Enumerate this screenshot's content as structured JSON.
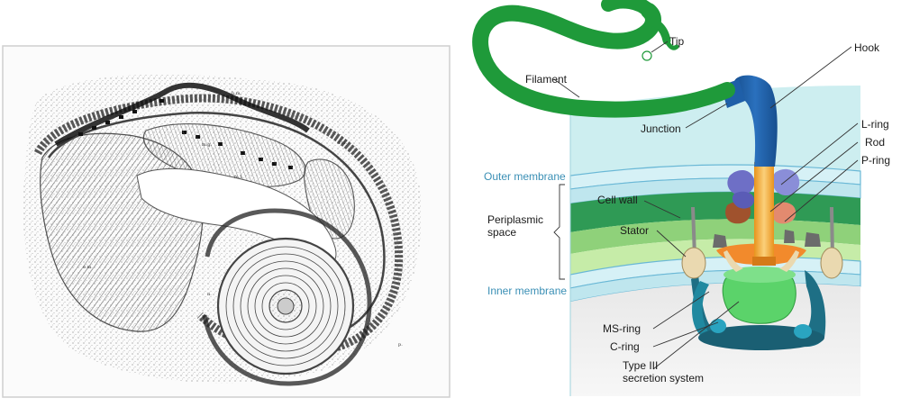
{
  "micrograph": {
    "tiny_labels": [
      "b.m.",
      "d.m.",
      "m.g.",
      "m.l.",
      "e.m.",
      "n.",
      "p."
    ]
  },
  "diagram": {
    "labels": {
      "tip": "Tip",
      "hook": "Hook",
      "filament": "Filament",
      "junction": "Junction",
      "l_ring": "L-ring",
      "rod": "Rod",
      "p_ring": "P-ring",
      "outer_membrane": "Outer membrane",
      "cell_wall": "Cell wall",
      "periplasmic_line1": "Periplasmic",
      "periplasmic_line2": "space",
      "stator": "Stator",
      "inner_membrane": "Inner membrane",
      "ms_ring": "MS-ring",
      "c_ring": "C-ring",
      "type3_line1": "Type III",
      "type3_line2": "secretion system"
    },
    "colors": {
      "filament": "#1f9a3a",
      "hook": "#1f5fa8",
      "outer_membrane": "#3a8fb5",
      "cell_wall": "#8fd17a",
      "rod": "#f2a93b",
      "ms_ring": "#5bd36a",
      "c_ring": "#1e6f85",
      "stator": "#ead9b0"
    }
  }
}
